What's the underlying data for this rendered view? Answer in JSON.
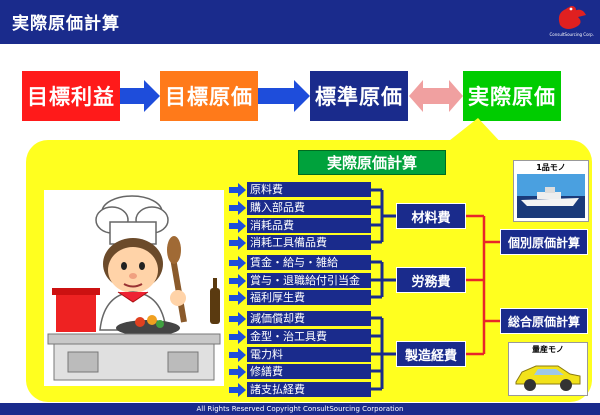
{
  "header": {
    "title": "実際原価計算",
    "logo_text": "ConsultSourcing Corp."
  },
  "flow": {
    "step1": "目標利益",
    "step2": "目標原価",
    "step3": "標準原価",
    "step4": "実際原価"
  },
  "calc_title": "実際原価計算",
  "items": [
    "原料費",
    "購入部品費",
    "消耗品費",
    "消耗工具備品費",
    "賃金・給与・雑給",
    "賞与・退職給付引当金",
    "福利厚生費",
    "減価償却費",
    "金型・治工具費",
    "電力料",
    "修繕費",
    "諸支払経費"
  ],
  "categories": {
    "materials": "材料費",
    "labor": "労務費",
    "overhead": "製造経費"
  },
  "results": {
    "individual": "個別原価計算",
    "comprehensive": "総合原価計算"
  },
  "images": {
    "ship_label": "1品モノ",
    "car_label": "量産モノ"
  },
  "colors": {
    "navy": "#1a2b8c",
    "red": "#ff1a1a",
    "orange": "#ff7a1a",
    "green": "#00cc00",
    "yellow": "#ffff1f",
    "connector_red": "#e8262a",
    "arrow_blue": "#1e4ddb",
    "arrow_pink": "#f0a0a0"
  },
  "footer": "All Rights Reserved  Copyright  ConsultSourcing Corporation"
}
